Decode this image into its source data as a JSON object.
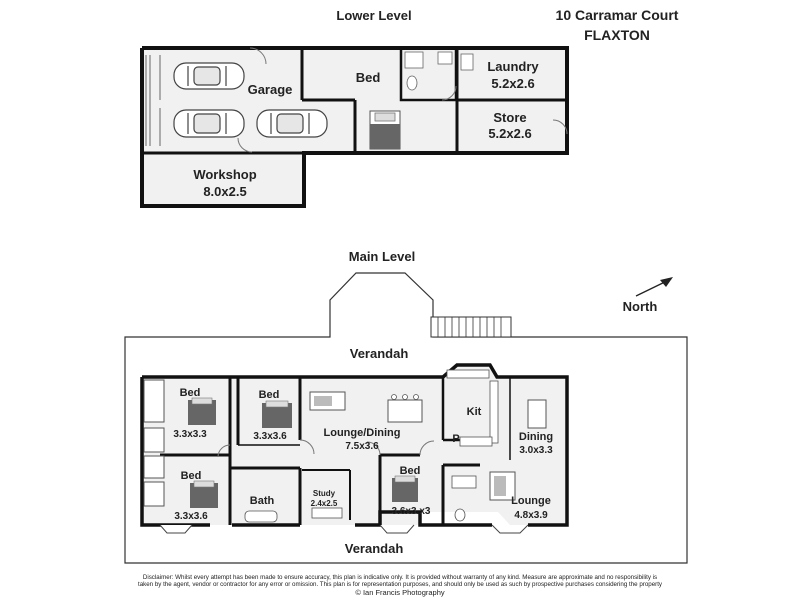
{
  "address": {
    "line1": "10 Carramar Court",
    "line2": "FLAXTON"
  },
  "compass": {
    "label": "North"
  },
  "lower_level": {
    "title": "Lower Level",
    "rooms": {
      "garage": {
        "name": "Garage"
      },
      "bed": {
        "name": "Bed"
      },
      "laundry": {
        "name": "Laundry",
        "size": "5.2x2.6"
      },
      "store": {
        "name": "Store",
        "size": "5.2x2.6"
      },
      "workshop": {
        "name": "Workshop",
        "size": "8.0x2.5"
      }
    }
  },
  "main_level": {
    "title": "Main Level",
    "verandah_top": "Verandah",
    "verandah_bottom": "Verandah",
    "rooms": {
      "bed1": {
        "name": "Bed",
        "size": "3.3x3.3"
      },
      "bed2": {
        "name": "Bed",
        "size": "3.3x3.6"
      },
      "bed3": {
        "name": "Bed",
        "size": "3.3x3.6"
      },
      "lounge_dining": {
        "name": "Lounge/Dining",
        "size": "7.5x3.6"
      },
      "kit": {
        "name": "Kit"
      },
      "pantry": {
        "name": "P"
      },
      "dining": {
        "name": "Dining",
        "size": "3.0x3.3"
      },
      "bed4": {
        "name": "Bed",
        "size": "3.6x3.x3"
      },
      "bath": {
        "name": "Bath"
      },
      "study": {
        "name": "Study",
        "size": "2.4x2.5"
      },
      "lounge": {
        "name": "Lounge",
        "size": "4.8x3.9"
      }
    }
  },
  "disclaimer": {
    "line1": "Disclaimer:     Whilst every attempt has been made to ensure accuracy, this plan is indicative only. It is provided without warranty of any kind. Measure are approximate and no responsibility is",
    "line2": "taken by the agent, vendor or contractor for any error or omission. This plan is for representation purposes, and should only be used as such by prospective purchases considering the property",
    "copyright": "© Ian Francis Photography"
  }
}
